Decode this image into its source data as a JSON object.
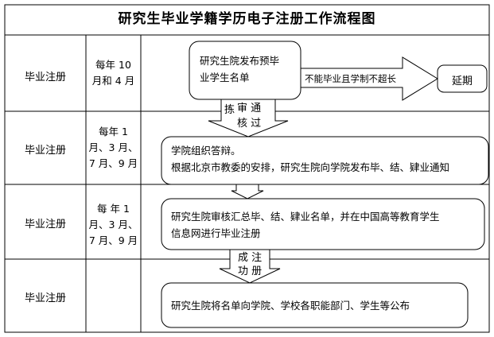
{
  "title": "研究生毕业学籍学历电子注册工作流程图",
  "rows": [
    {
      "label": "毕业注册",
      "time": [
        "每年 10",
        "月和 4 月"
      ]
    },
    {
      "label": "毕业注册",
      "time": [
        "每年 1",
        "月、3 月、",
        "7 月、9 月"
      ]
    },
    {
      "label": "毕业注册",
      "time": [
        "每 年   1",
        "月、3 月、",
        "7 月、9 月"
      ]
    },
    {
      "label": "毕业注册",
      "time": []
    }
  ],
  "steps": {
    "publish_list": [
      "研究生院发布预毕",
      "业学生名单"
    ],
    "defense": [
      "学院组织答辩。",
      "根据北京市教委的安排，研究生院向学院发布毕、结、肄业通知"
    ],
    "review": [
      "研究生院审核汇总毕、结、肄业名单，并在中国高等教育学生",
      "信息网进行毕业注册"
    ],
    "announce": "研究生院将名单向学院、学校各职能部门、学生等公布"
  },
  "arrows": {
    "review_pass": [
      "审 通",
      "核 过"
    ],
    "extra_char": "拣",
    "reg_success": [
      "成 注",
      "功 册"
    ],
    "branch_label": "不能毕业且学制不超长"
  },
  "defer_label": "延期"
}
